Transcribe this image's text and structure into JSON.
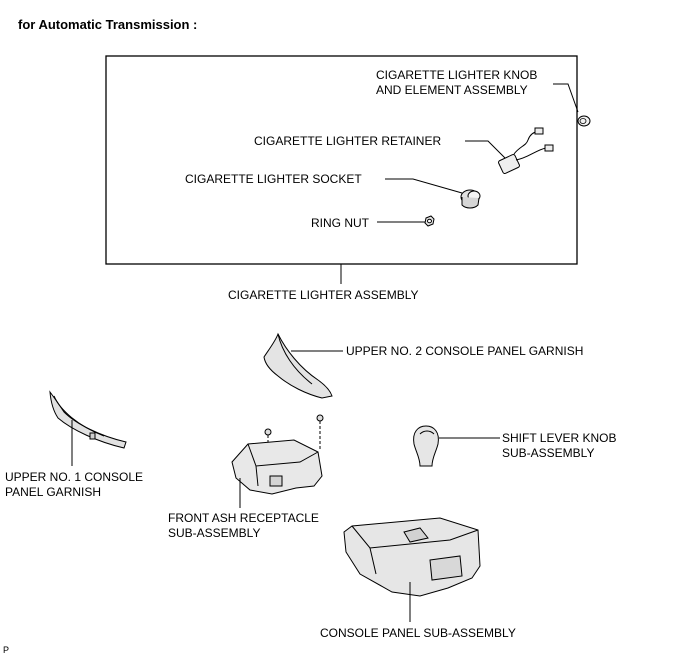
{
  "title": "for Automatic Transmission :",
  "assembly_box": {
    "items": {
      "knob_line1": "CIGARETTE LIGHTER KNOB",
      "knob_line2": "AND ELEMENT ASSEMBLY",
      "retainer": "CIGARETTE LIGHTER RETAINER",
      "socket": "CIGARETTE LIGHTER SOCKET",
      "ring_nut": "RING NUT"
    },
    "label": "CIGARETTE LIGHTER ASSEMBLY"
  },
  "parts": {
    "upper_no2_garnish": "UPPER NO. 2 CONSOLE PANEL GARNISH",
    "upper_no1_garnish_line1": "UPPER NO. 1 CONSOLE",
    "upper_no1_garnish_line2": "PANEL GARNISH",
    "shift_knob_line1": "SHIFT LEVER KNOB",
    "shift_knob_line2": "SUB-ASSEMBLY",
    "ash_receptacle_line1": "FRONT ASH RECEPTACLE",
    "ash_receptacle_line2": "SUB-ASSEMBLY",
    "console_panel": "CONSOLE PANEL SUB-ASSEMBLY"
  },
  "corner_mark": "P"
}
